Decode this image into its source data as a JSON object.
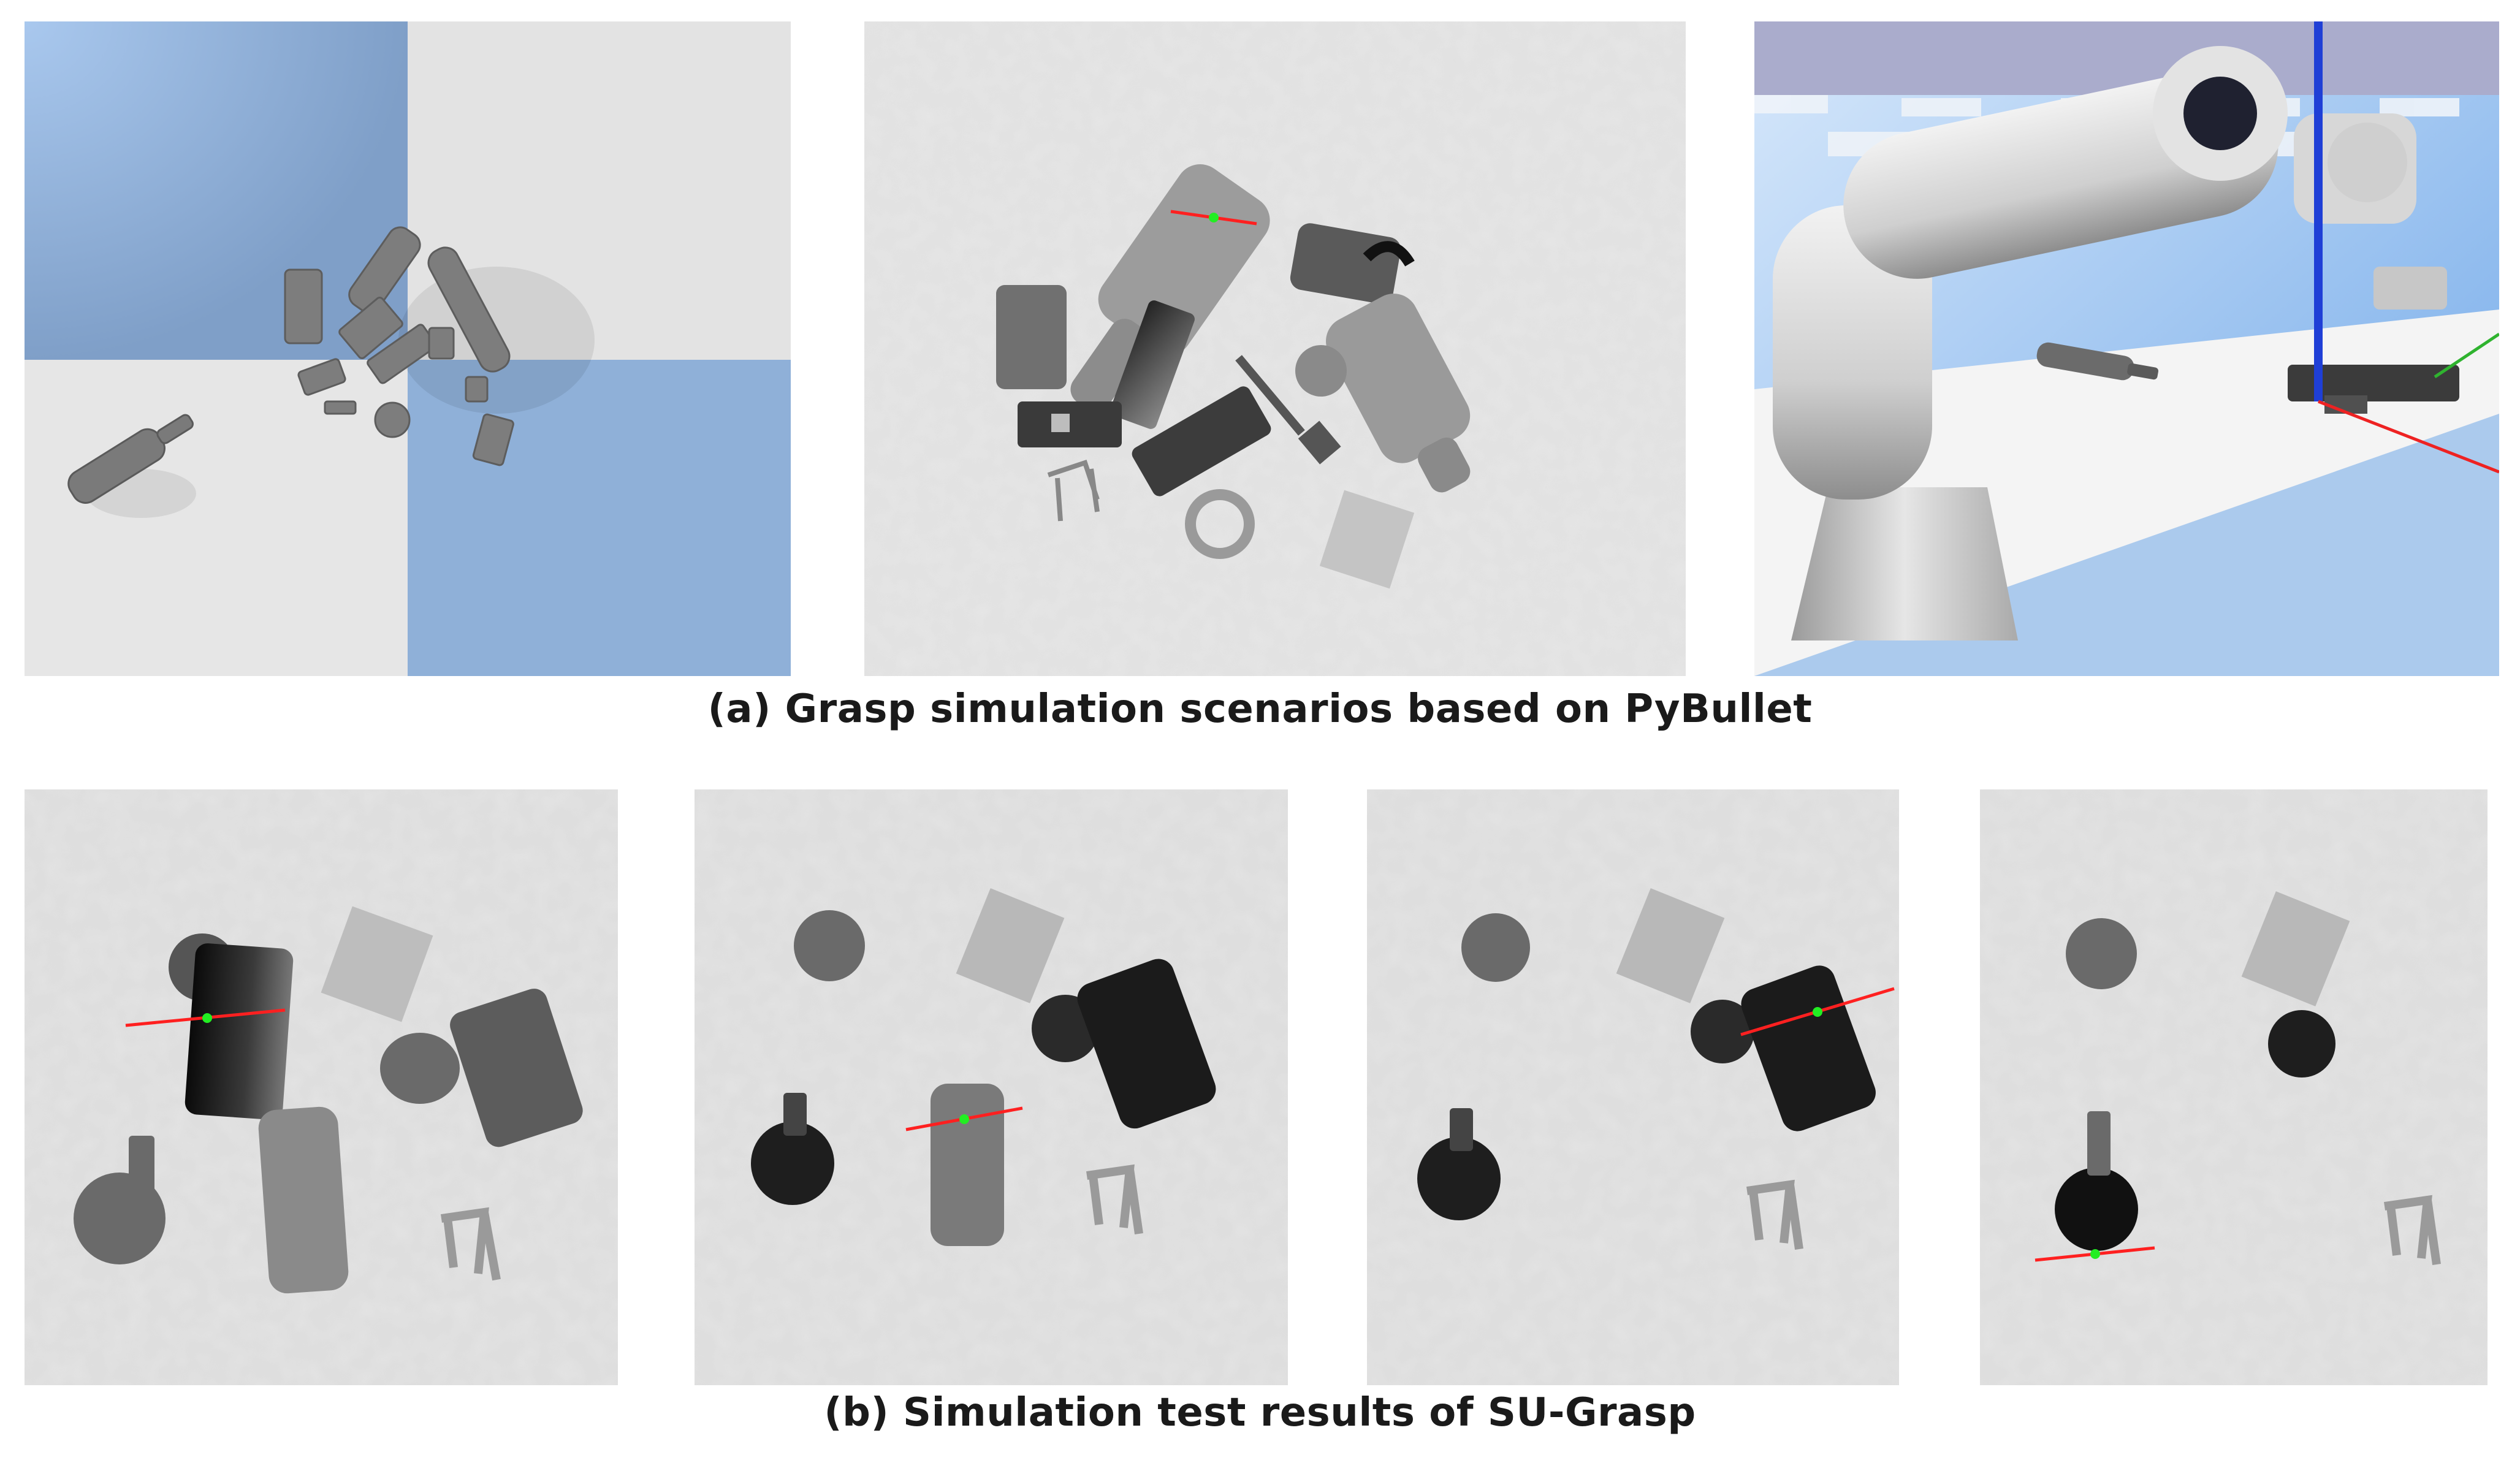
{
  "figure": {
    "caption_a": "(a) Grasp simulation scenarios based on PyBullet",
    "caption_b": "(b) Simulation test results of SU-Grasp"
  },
  "colors": {
    "grasp_line": "#ff2020",
    "grasp_center": "#22ee22",
    "checker_blue": "#8fb0d8",
    "checker_grey": "#e3e3e3",
    "depth_background": "#dcdcdc",
    "sky": "#aaaccc"
  },
  "panels_a": [
    {
      "name": "pybullet-topdown-scene"
    },
    {
      "name": "depth-image-with-grasp"
    },
    {
      "name": "robot-arm-scene"
    }
  ],
  "panels_b": [
    {
      "name": "test-result-1"
    },
    {
      "name": "test-result-2"
    },
    {
      "name": "test-result-3"
    },
    {
      "name": "test-result-4"
    }
  ]
}
